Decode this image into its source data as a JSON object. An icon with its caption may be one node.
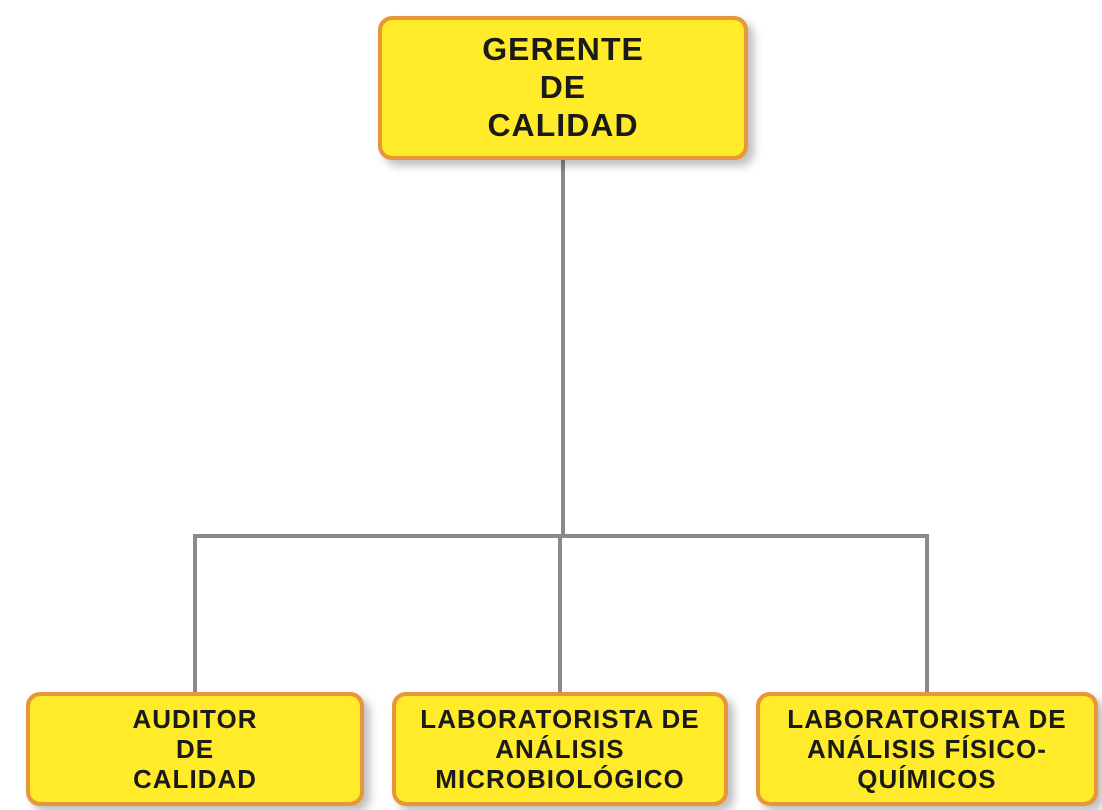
{
  "diagram": {
    "nodes": [
      {
        "text": [
          "GERENTE DE CALIDAD"
        ]
      },
      {
        "text": [
          "AUDITOR DE CALIDAD"
        ]
      },
      {
        "text": [
          "LABORATORISTA DE ANÁLISIS MICROBIOLÓGICO"
        ]
      },
      {
        "text": [
          "LABORATORISTA DE ANÁLISIS FÍSICO-QUÍMICOS"
        ]
      }
    ],
    "edges": [
      {
        "from": 0,
        "to": 1,
        "arrow": "none"
      },
      {
        "from": 0,
        "to": 2,
        "arrow": "none"
      },
      {
        "from": 0,
        "to": 3,
        "arrow": "none"
      }
    ]
  }
}
